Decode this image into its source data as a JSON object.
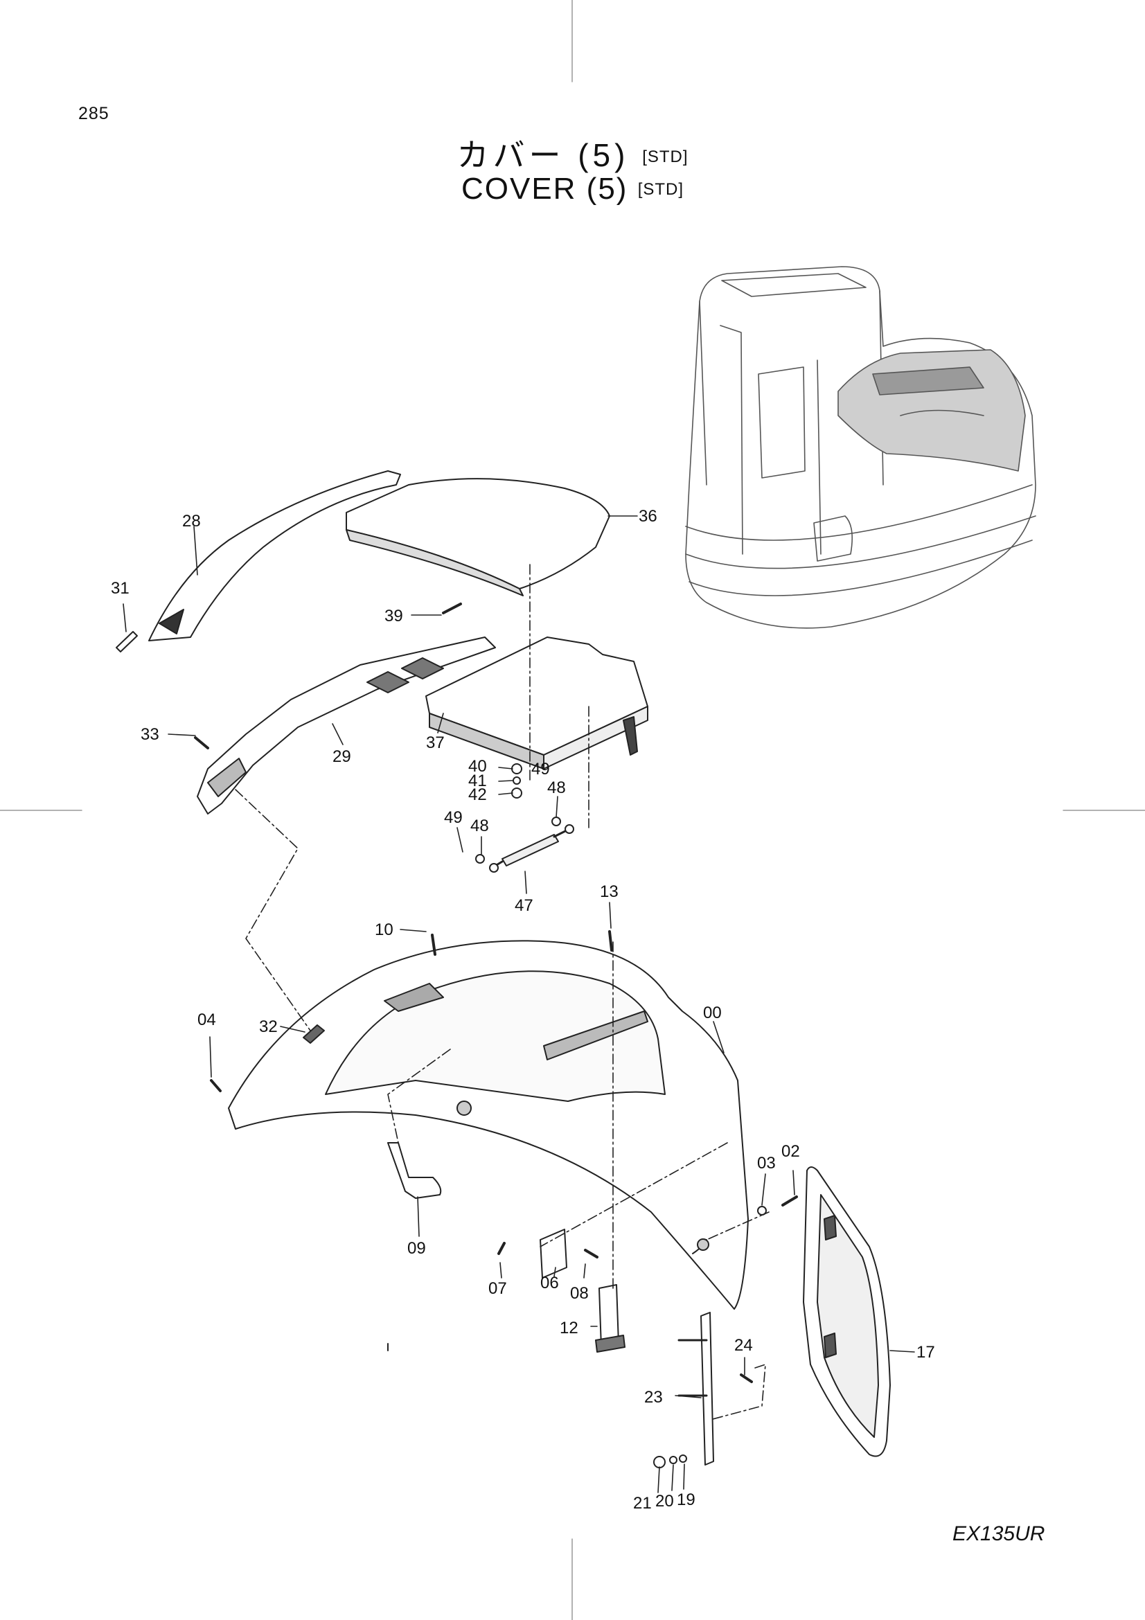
{
  "page_number": "285",
  "title": {
    "jp": "カバー (5)",
    "jp_tag": "[STD]",
    "en": "COVER (5)",
    "en_tag": "[STD]"
  },
  "model": "EX135UR",
  "callouts": {
    "p00": "00",
    "p02": "02",
    "p03": "03",
    "p04": "04",
    "p06": "06",
    "p07": "07",
    "p08": "08",
    "p09": "09",
    "p10": "10",
    "p12": "12",
    "p13": "13",
    "p17": "17",
    "p19": "19",
    "p20": "20",
    "p21": "21",
    "p23": "23",
    "p24": "24",
    "p28": "28",
    "p29": "29",
    "p31": "31",
    "p32": "32",
    "p33": "33",
    "p36": "36",
    "p37": "37",
    "p39": "39",
    "p40": "40",
    "p41": "41",
    "p42": "42",
    "p47": "47",
    "p48a": "48",
    "p48b": "48",
    "p49a": "49",
    "p49b": "49"
  }
}
